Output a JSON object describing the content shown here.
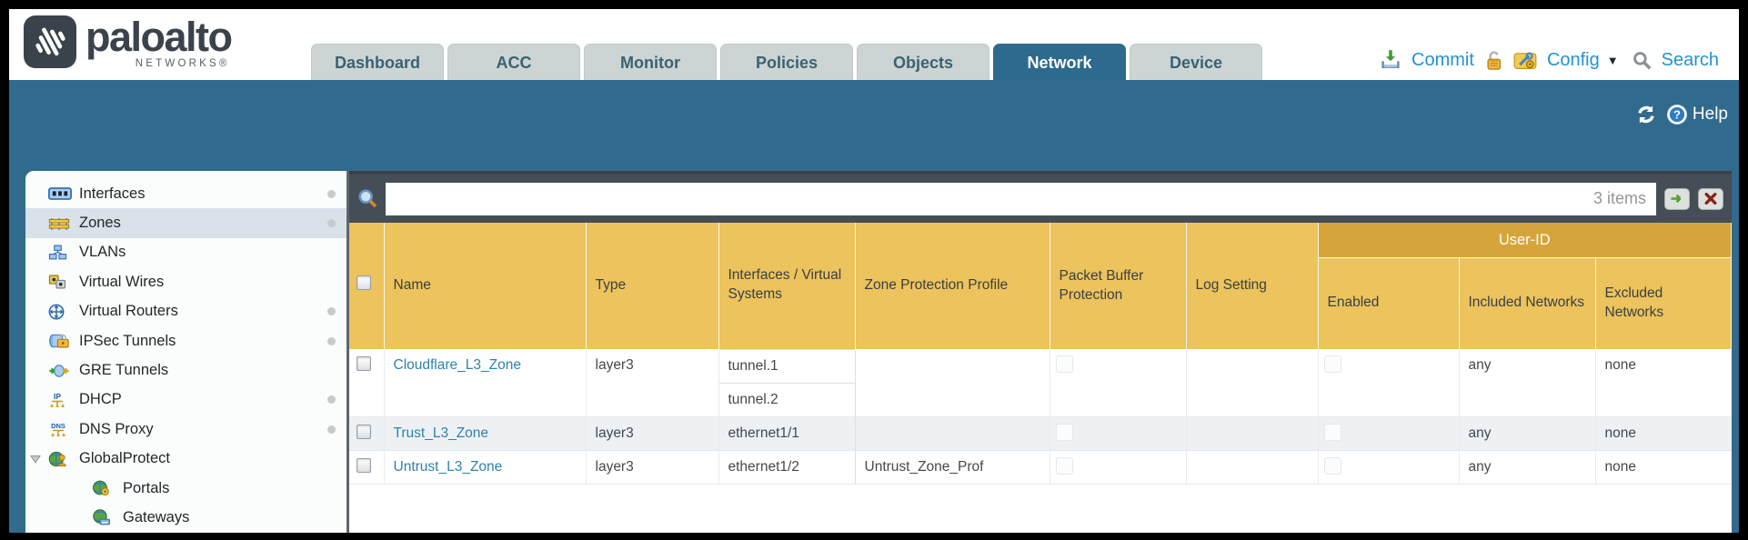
{
  "brand": {
    "wordmark": "paloalto",
    "sub": "NETWORKS®"
  },
  "nav_tabs": [
    {
      "label": "Dashboard",
      "active": false
    },
    {
      "label": "ACC",
      "active": false
    },
    {
      "label": "Monitor",
      "active": false
    },
    {
      "label": "Policies",
      "active": false
    },
    {
      "label": "Objects",
      "active": false
    },
    {
      "label": "Network",
      "active": true
    },
    {
      "label": "Device",
      "active": false
    }
  ],
  "top_actions": {
    "commit_label": "Commit",
    "config_label": "Config",
    "search_label": "Search"
  },
  "band": {
    "help_label": "Help"
  },
  "sidebar": {
    "items": [
      {
        "label": "Interfaces",
        "icon": "interfaces-icon",
        "dot": true,
        "selected": false,
        "indent": false,
        "expander": false
      },
      {
        "label": "Zones",
        "icon": "zones-icon",
        "dot": true,
        "selected": true,
        "indent": false,
        "expander": false
      },
      {
        "label": "VLANs",
        "icon": "vlans-icon",
        "dot": false,
        "selected": false,
        "indent": false,
        "expander": false
      },
      {
        "label": "Virtual Wires",
        "icon": "virtual-wires-icon",
        "dot": false,
        "selected": false,
        "indent": false,
        "expander": false
      },
      {
        "label": "Virtual Routers",
        "icon": "virtual-routers-icon",
        "dot": true,
        "selected": false,
        "indent": false,
        "expander": false
      },
      {
        "label": "IPSec Tunnels",
        "icon": "ipsec-tunnels-icon",
        "dot": true,
        "selected": false,
        "indent": false,
        "expander": false
      },
      {
        "label": "GRE Tunnels",
        "icon": "gre-tunnels-icon",
        "dot": false,
        "selected": false,
        "indent": false,
        "expander": false
      },
      {
        "label": "DHCP",
        "icon": "dhcp-icon",
        "dot": true,
        "selected": false,
        "indent": false,
        "expander": false
      },
      {
        "label": "DNS Proxy",
        "icon": "dns-proxy-icon",
        "dot": true,
        "selected": false,
        "indent": false,
        "expander": false
      },
      {
        "label": "GlobalProtect",
        "icon": "globalprotect-icon",
        "dot": false,
        "selected": false,
        "indent": false,
        "expander": true
      },
      {
        "label": "Portals",
        "icon": "portals-icon",
        "dot": false,
        "selected": false,
        "indent": true,
        "expander": false
      },
      {
        "label": "Gateways",
        "icon": "gateways-icon",
        "dot": false,
        "selected": false,
        "indent": true,
        "expander": false
      }
    ]
  },
  "filter": {
    "value": "",
    "count_label": "3 items"
  },
  "zones_table": {
    "group_header": "User-ID",
    "columns": {
      "name": "Name",
      "type": "Type",
      "interfaces": "Interfaces / Virtual Systems",
      "zpp": "Zone Protection Profile",
      "pbp": "Packet Buffer Protection",
      "log": "Log Setting",
      "enabled": "Enabled",
      "included": "Included Networks",
      "excluded": "Excluded Networks"
    },
    "rows": [
      {
        "name": "Cloudflare_L3_Zone",
        "type": "layer3",
        "interfaces": [
          "tunnel.1",
          "tunnel.2"
        ],
        "zpp": "",
        "log": "",
        "included": "any",
        "excluded": "none",
        "alt": false
      },
      {
        "name": "Trust_L3_Zone",
        "type": "layer3",
        "interfaces": [
          "ethernet1/1"
        ],
        "zpp": "",
        "log": "",
        "included": "any",
        "excluded": "none",
        "alt": true
      },
      {
        "name": "Untrust_L3_Zone",
        "type": "layer3",
        "interfaces": [
          "ethernet1/2"
        ],
        "zpp": "Untrust_Zone_Prof",
        "log": "",
        "included": "any",
        "excluded": "none",
        "alt": false
      }
    ]
  },
  "colors": {
    "teal": "#316a8d",
    "slate": "#454e57",
    "header_amber": "#ecc35c",
    "group_amber": "#d5a53b",
    "link_blue": "#2e82ab",
    "action_blue": "#2293d2",
    "tab_gray": "#ccd5d4",
    "selected_row": "#d8e2e8"
  }
}
